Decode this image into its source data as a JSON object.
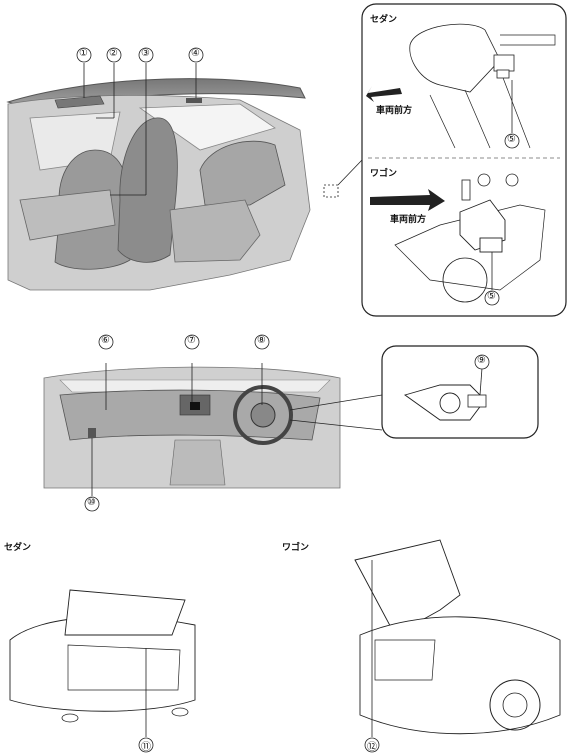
{
  "callouts": [
    "①",
    "②",
    "③",
    "④",
    "⑤",
    "⑤",
    "⑥",
    "⑦",
    "⑧",
    "⑨",
    "⑩",
    "⑪",
    "⑫"
  ],
  "inset_top": {
    "sedan_label": "セダン",
    "forward_label_sedan": "車両前方",
    "wagon_label": "ワゴン",
    "forward_label_wagon": "車両前方"
  },
  "bottom": {
    "sedan_label": "セダン",
    "wagon_label": "ワゴン"
  }
}
